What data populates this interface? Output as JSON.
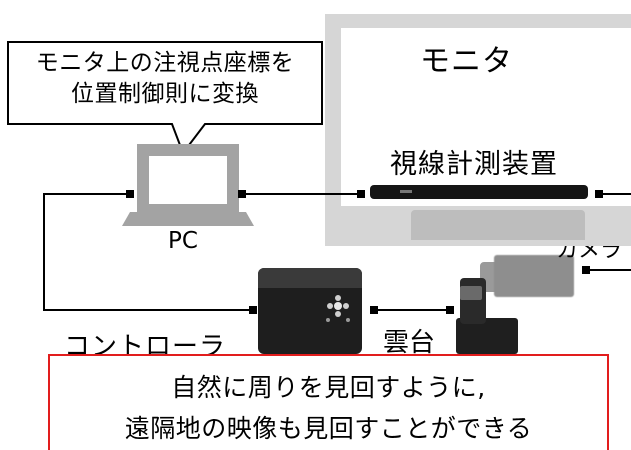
{
  "callout": {
    "line1": "モニタ上の注視点座標を",
    "line2": "位置制御則に変換"
  },
  "monitor": {
    "label": "モニタ"
  },
  "eye_tracker": {
    "label": "視線計測装置"
  },
  "pc": {
    "label": "PC"
  },
  "camera": {
    "label": "カメラ"
  },
  "controller": {
    "label": "コントローラ"
  },
  "pan_tilt": {
    "label": "雲台"
  },
  "result": {
    "line1": "自然に周りを見回すように,",
    "line2": "遠隔地の映像も見回すことができる",
    "border_color": "#e21d1d"
  }
}
